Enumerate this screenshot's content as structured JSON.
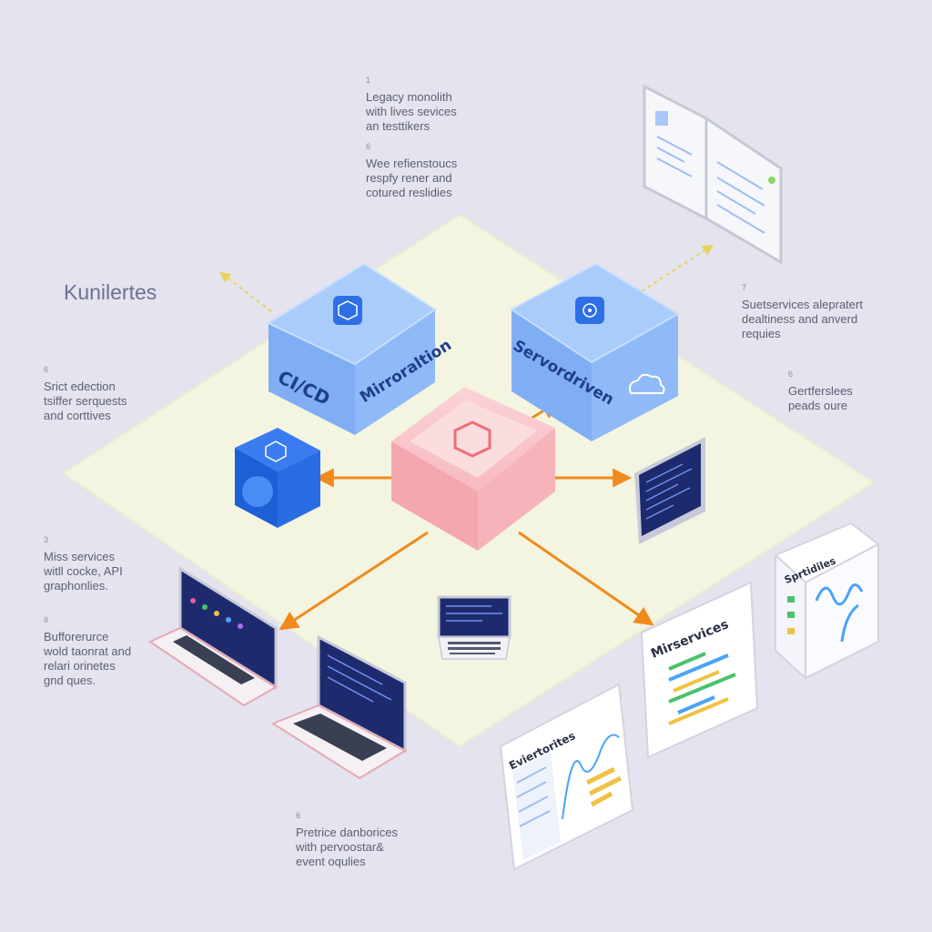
{
  "diagram": {
    "title": "Kunilertes",
    "blocks": {
      "cicd": "CI/CD",
      "microservices": "Mirroraltion",
      "serverless": "Servordriven",
      "panel_microservices": "Mirservices",
      "panel_events": "Eviertorites",
      "panel_cube": "Sprtidiles"
    },
    "notes": [
      {
        "num": "1",
        "lines": [
          "Legacy monolith",
          "with lives sevices",
          "an testtikers"
        ]
      },
      {
        "num": "6",
        "lines": [
          "Wee refienstoucs",
          "respfy rener and",
          "cotured reslidies"
        ]
      },
      {
        "num": "7",
        "lines": [
          "Suetservices alepratert",
          "dealtiness and anverd",
          "requies"
        ]
      },
      {
        "num": "6",
        "lines": [
          "Gertferslees",
          "peads oure"
        ]
      },
      {
        "num": "6",
        "lines": [
          "Srict edection",
          "tsiffer serquests",
          "and corttives"
        ]
      },
      {
        "num": "3",
        "lines": [
          "Miss services",
          "witll cocke, API",
          "graphonlies."
        ]
      },
      {
        "num": "II",
        "lines": [
          "Bufforerurce",
          "wold taonrat and",
          "relari orinetes",
          "gnd ques."
        ]
      },
      {
        "num": "6",
        "lines": [
          "Pretrice danborices",
          "with pervoostar&",
          "event oqulies"
        ]
      }
    ]
  }
}
